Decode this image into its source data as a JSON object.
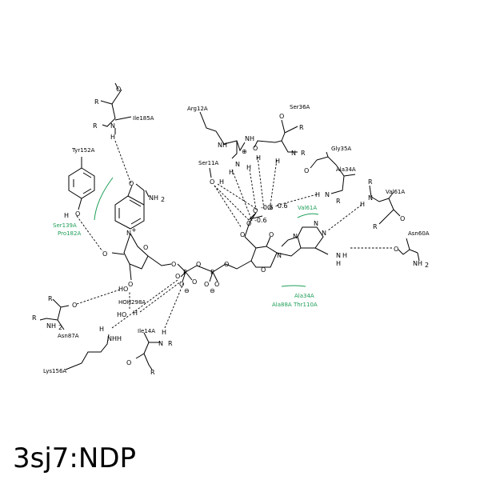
{
  "title": "3sj7:NDP",
  "colors": {
    "carbon": "#000000",
    "oxygen": "#e0191b",
    "nitrogen": "#1a32c8",
    "phosphorus": "#d87c14",
    "hydrophobic": "#1d9e58"
  },
  "atoms": {
    "ribose_o_a": "O",
    "ribose_o_b": "O",
    "ribose_o_c": "O",
    "nicotinamide_n": "N",
    "nicotinamide_o": "O",
    "nicotinamide_nh2": "NH",
    "nicotinamide_nh2_sub": "2",
    "n_plus": "+",
    "bridge_o1": "O",
    "bridge_o2": "O",
    "bridge_o3": "O",
    "bridge_o4": "O",
    "p1": "P",
    "p2": "P",
    "p1_o_left": "O",
    "p1_o_right": "O",
    "p1_o_down": "O",
    "p2_o_left": "O",
    "p2_o_right": "O",
    "minus": "⊖",
    "ho_2": "HO",
    "ho_3": "HO",
    "ad_ring_o": "O",
    "ad_o2": "O",
    "ad_o3": "O",
    "phos_o1": "O",
    "phos_o2": "O",
    "phos_o3": "O",
    "phos_p": "P",
    "ad_n1": "N",
    "ad_n3": "N",
    "ad_n7": "N",
    "ad_n9": "N",
    "ad_nh2": "N",
    "ad_nh2_h": "H",
    "ad_nh2_h2": "H",
    "plus_circle": "⊕",
    "r": "R",
    "h": "H",
    "nh": "N"
  },
  "residues": {
    "arg": "Arg12A",
    "ser36": "Ser36A",
    "gly35": "Gly35A",
    "ala34": "Ala34A",
    "ser11": "Ser11A",
    "val61": "Val61A",
    "asn60": "Asn60A",
    "ile185": "Ile185A",
    "tyr152": "Tyr152A",
    "asn87": "Asn87A",
    "lys156": "Lys156A",
    "hoh": "HOH298A",
    "ile14": "Ile14A",
    "ser139": "Ser139A",
    "pro182": "Pro182A",
    "val61_hphob": "Val61A",
    "ala34_hphob": "Ala34A",
    "ala88_thr110": "Ala88A Thr110A"
  },
  "charges": {
    "q1": "-0.6",
    "q2": "-0.6",
    "q3": "-0.6",
    "q4": "-0.6"
  }
}
